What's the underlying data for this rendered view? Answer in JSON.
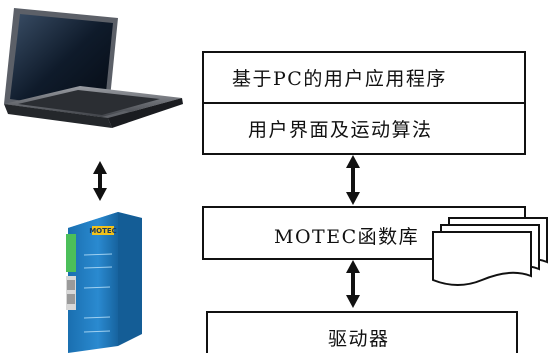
{
  "diagram": {
    "app_box": {
      "line1": "基于PC的用户应用程序",
      "line2": "用户界面及运动算法"
    },
    "library_box": {
      "label": "MOTEC函数库"
    },
    "driver_box": {
      "label": "驱动器"
    },
    "device_logo": "MOTEC",
    "icons": [
      "laptop-icon",
      "servo-drive-icon",
      "documents-icon",
      "double-arrow-icon"
    ],
    "colors": {
      "drive_body": "#1f7fc4",
      "drive_logo_bg": "#f2c21b",
      "drive_terminal": "#4cbf5a",
      "stroke": "#111111"
    }
  }
}
